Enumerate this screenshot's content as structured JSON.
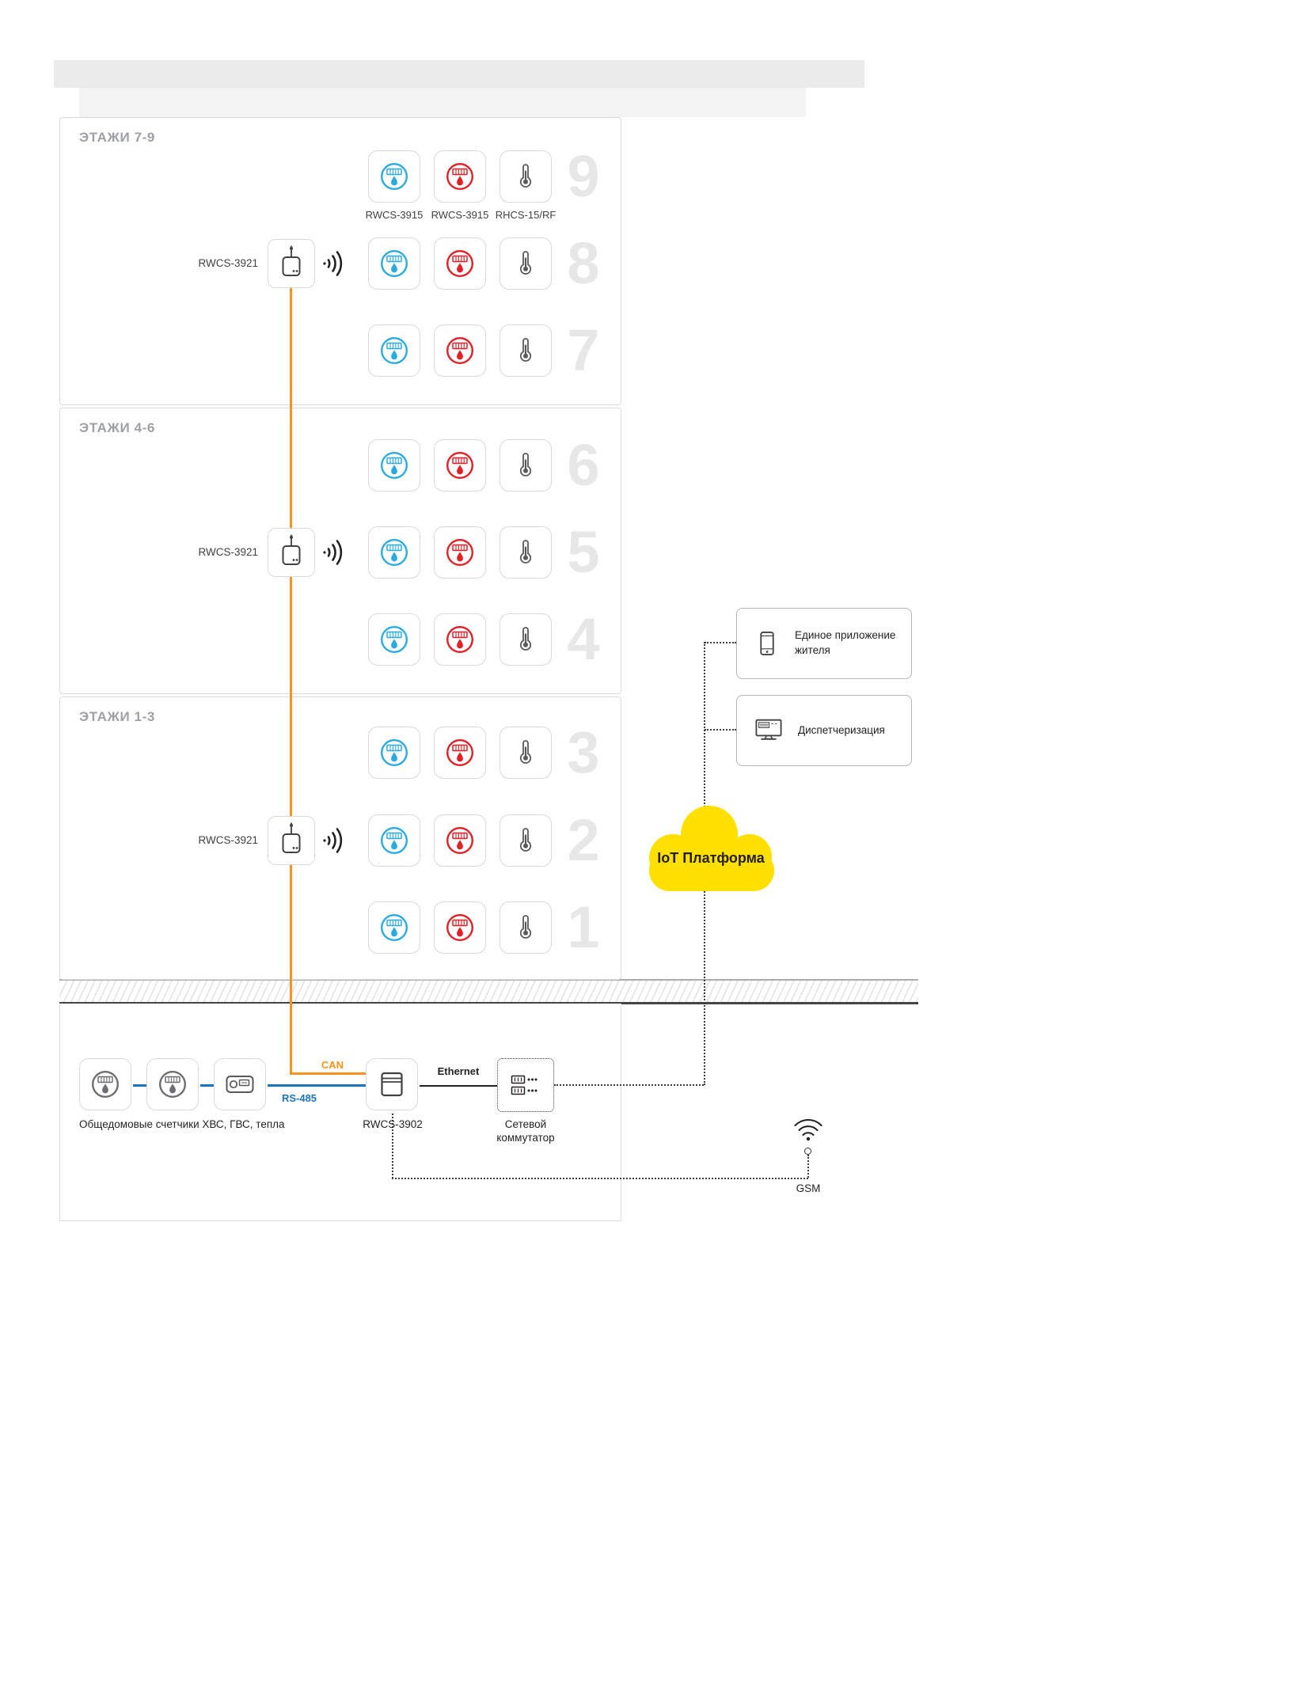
{
  "sections": [
    {
      "label": "ЭТАЖИ 7-9",
      "repeater_label": "RWCS-3921",
      "device_labels": [
        "RWCS-3915",
        "RWCS-3915",
        "RHCS-15/RF"
      ],
      "floors": [
        "9",
        "8",
        "7"
      ]
    },
    {
      "label": "ЭТАЖИ 4-6",
      "repeater_label": "RWCS-3921",
      "floors": [
        "6",
        "5",
        "4"
      ]
    },
    {
      "label": "ЭТАЖИ 1-3",
      "repeater_label": "RWCS-3921",
      "floors": [
        "3",
        "2",
        "1"
      ]
    }
  ],
  "devices_per_floor": [
    {
      "name": "cold-water-meter",
      "icon": "water-meter",
      "color": "#29ABE2"
    },
    {
      "name": "hot-water-meter",
      "icon": "water-meter",
      "color": "#E31E24"
    },
    {
      "name": "radiator-heat-sensor",
      "icon": "thermometer",
      "color": "#58595B"
    }
  ],
  "basement": {
    "meters_label": "Общедомовые счетчики ХВС, ГВС, тепла",
    "controller_label": "RWCS-3902",
    "switch_label": "Сетевой коммутатор",
    "can_label": "CAN",
    "rs485_label": "RS-485",
    "ethernet_label": "Ethernet"
  },
  "cloud": {
    "label": "IoT Платформа",
    "color": "#FFE000"
  },
  "panels": [
    {
      "label": "Единое приложение жителя",
      "icon": "phone"
    },
    {
      "label": "Диспетчеризация",
      "icon": "monitor"
    }
  ],
  "gsm": {
    "label": "GSM"
  },
  "colors": {
    "cold": "#29ABE2",
    "hot": "#E31E24",
    "can_bus": "#F7941E",
    "rs485_bus": "#1B75BC",
    "cloud": "#FFE000"
  }
}
